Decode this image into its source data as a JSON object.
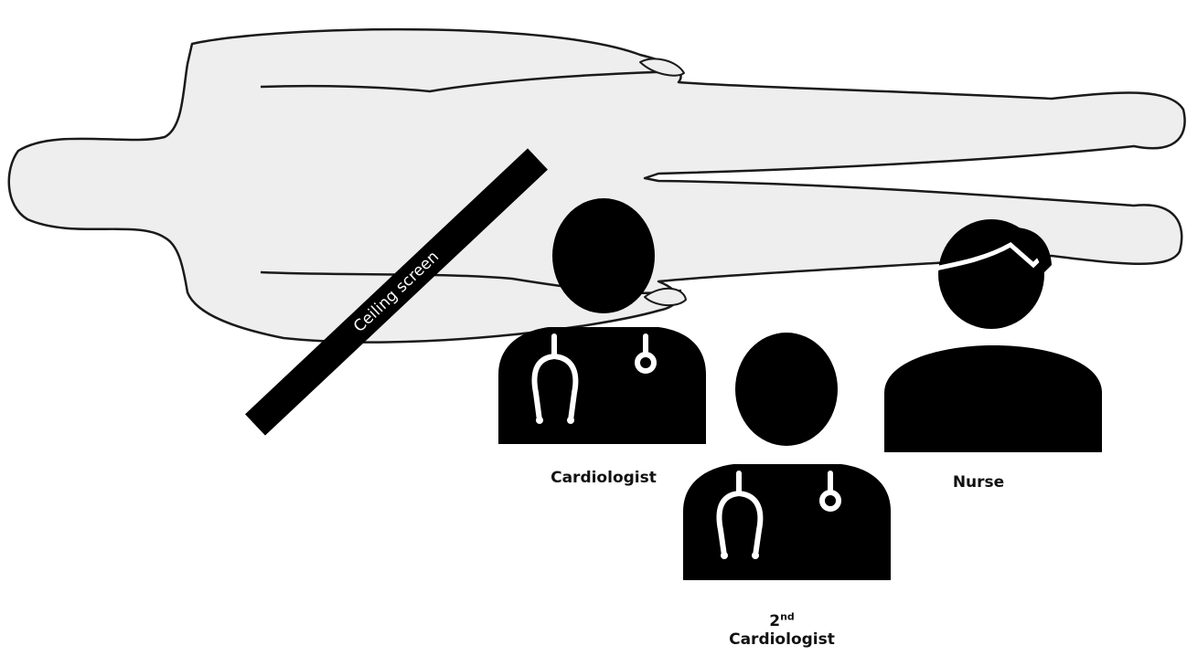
{
  "patient": {
    "fill": "#eeeeee",
    "outline": "#1a1a1a"
  },
  "ceiling_screen": {
    "label": "Ceiling screen",
    "color": "#000000"
  },
  "cardiologist": {
    "label": "Cardiologist"
  },
  "second_cardiologist": {
    "prefix": "2",
    "superscript": "nd",
    "label": "Cardiologist"
  },
  "nurse": {
    "label": "Nurse"
  }
}
